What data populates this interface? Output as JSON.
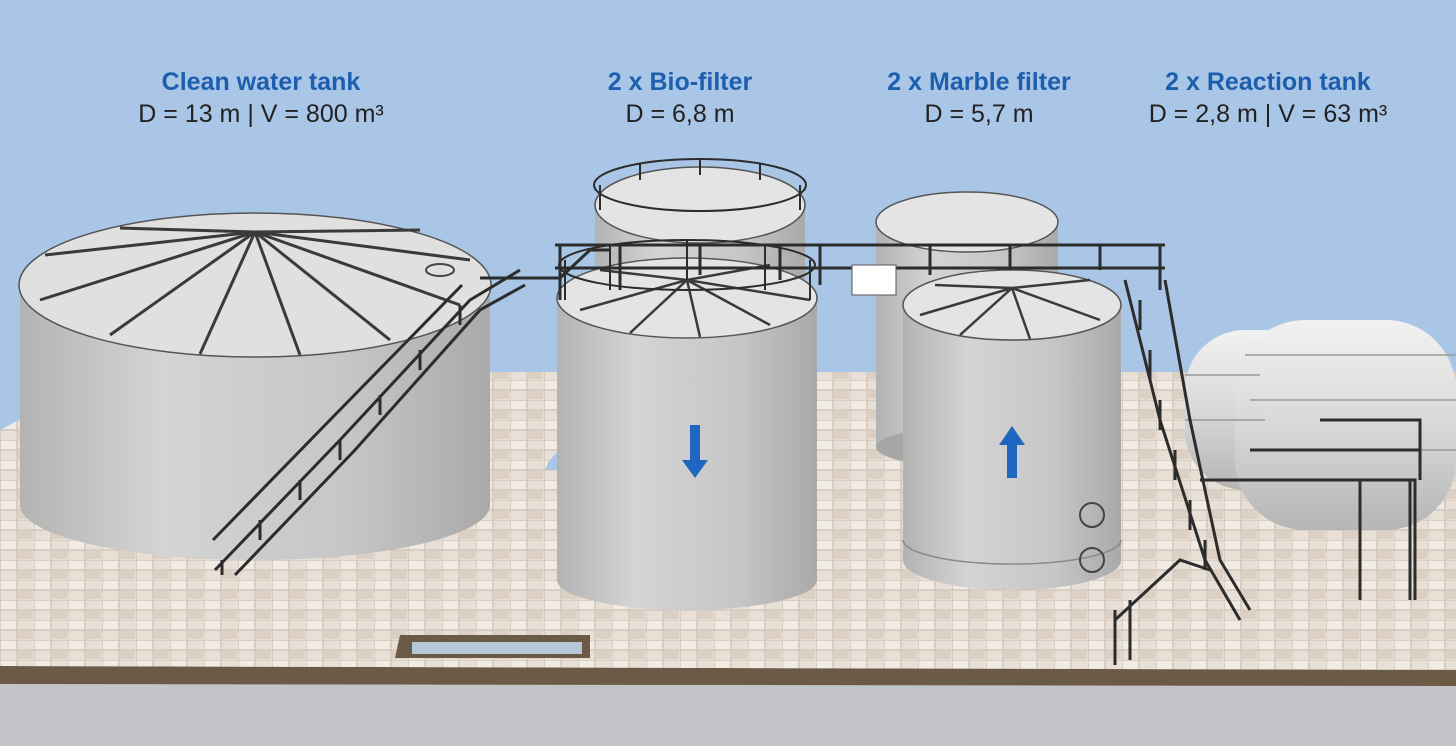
{
  "labels": {
    "clean_water_tank": {
      "title": "Clean water tank",
      "spec": "D = 13 m | V = 800 m³"
    },
    "bio_filter": {
      "title": "2 x Bio-filter",
      "spec": "D = 6,8 m"
    },
    "marble_filter": {
      "title": "2 x Marble filter",
      "spec": "D = 5,7 m"
    },
    "reaction_tank": {
      "title": "2 x Reaction tank",
      "spec": "D = 2,8 m | V = 63 m³"
    }
  },
  "flow": {
    "bio_filter": "down",
    "marble_filter": "up"
  },
  "colors": {
    "sky": "#a9c6e6",
    "title_text": "#1d5fae",
    "tank_body": "#c9c9c9",
    "tank_roof": "#e4e4e4",
    "railing": "#2c2c2c",
    "flow_arrow": "#1f66c1",
    "floor_tile": "#e7ddd4",
    "slab_edge": "#6b5a45"
  }
}
